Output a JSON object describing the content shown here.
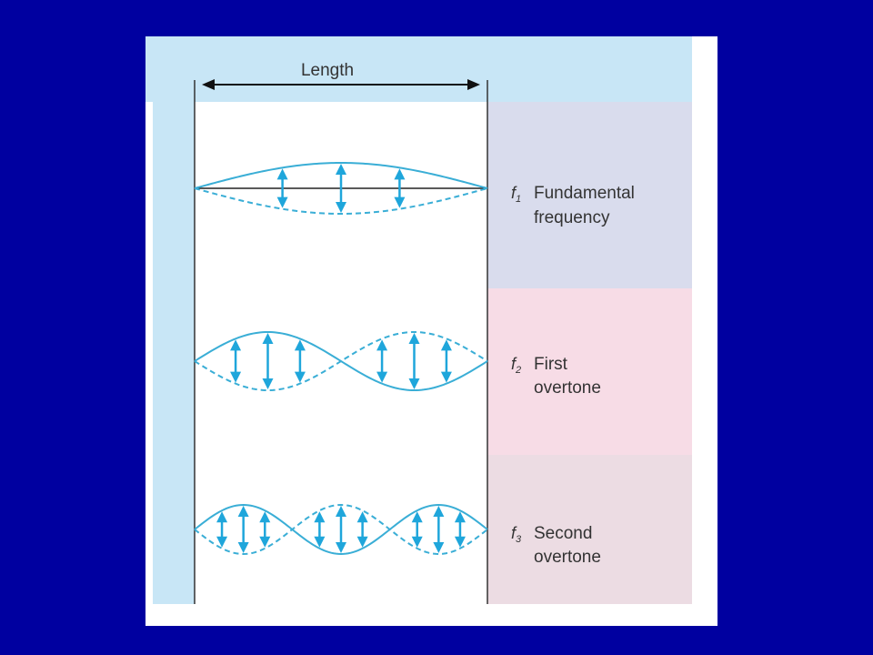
{
  "diagram": {
    "length_label": "Length",
    "modes": [
      {
        "symbol": "f",
        "subscript": "1",
        "line1": "Fundamental",
        "line2": "frequency",
        "segments": 1,
        "band_color": "#d9dced"
      },
      {
        "symbol": "f",
        "subscript": "2",
        "line1": "First",
        "line2": "overtone",
        "segments": 2,
        "band_color": "#f7dce6"
      },
      {
        "symbol": "f",
        "subscript": "3",
        "line1": "Second",
        "line2": "overtone",
        "segments": 3,
        "band_color": "#ecdce3"
      }
    ]
  },
  "colors": {
    "slide_background": "#0000a0",
    "panel_background": "#ffffff",
    "light_blue": "#c8e6f6",
    "wave": "#3aaed6",
    "arrow": "#1fa6db",
    "line": "#222222"
  }
}
